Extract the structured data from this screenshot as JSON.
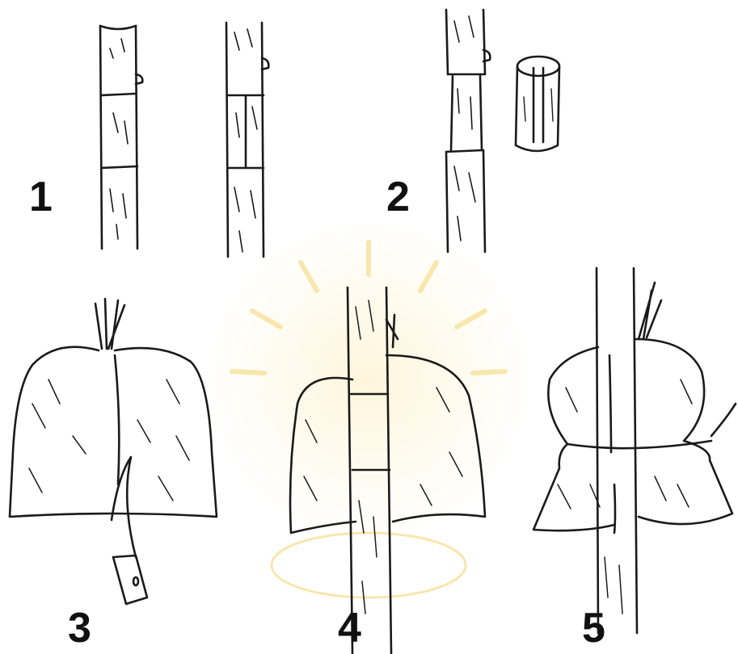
{
  "figure": {
    "step_labels": [
      "1",
      "2",
      "3",
      "4",
      "5"
    ],
    "ink_color": "#1a1a1a",
    "watermark_color": "#f3d36b",
    "background_color": "#ffffff"
  }
}
